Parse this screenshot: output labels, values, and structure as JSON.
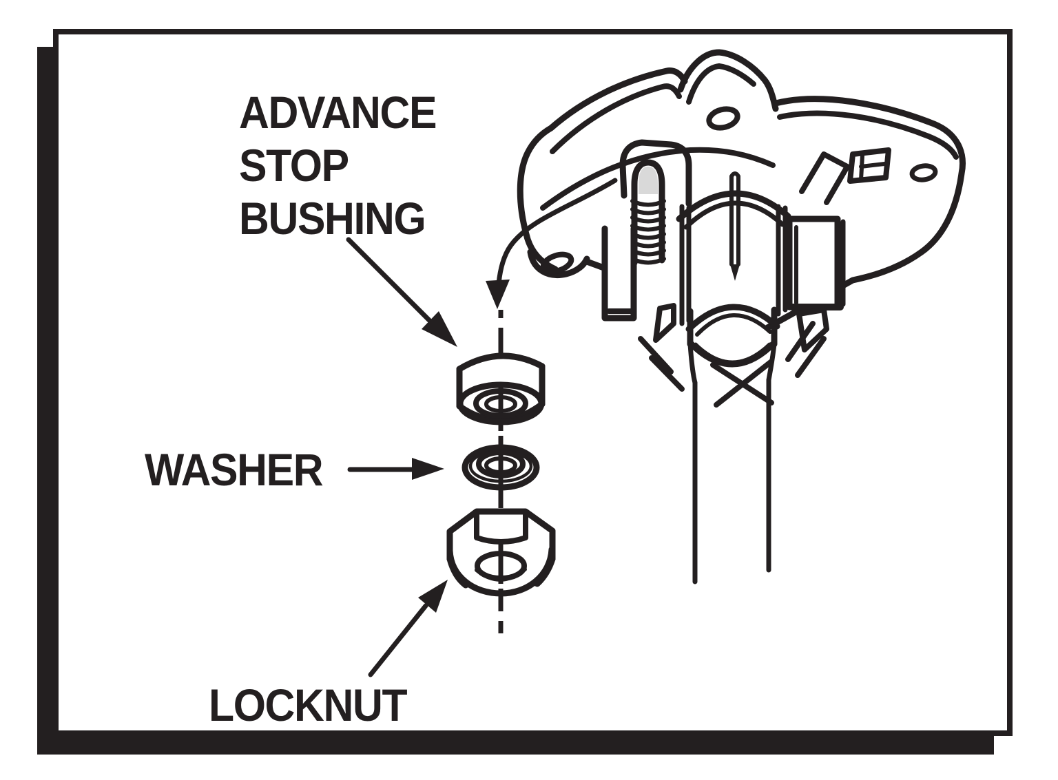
{
  "diagram": {
    "labels": {
      "advance_stop_bushing": "ADVANCE\nSTOP\nBUSHING",
      "washer": "WASHER",
      "locknut": "LOCKNUT"
    },
    "colors": {
      "ink": "#231f20",
      "paper": "#ffffff",
      "stud_cap": "#d9d9d9"
    }
  }
}
